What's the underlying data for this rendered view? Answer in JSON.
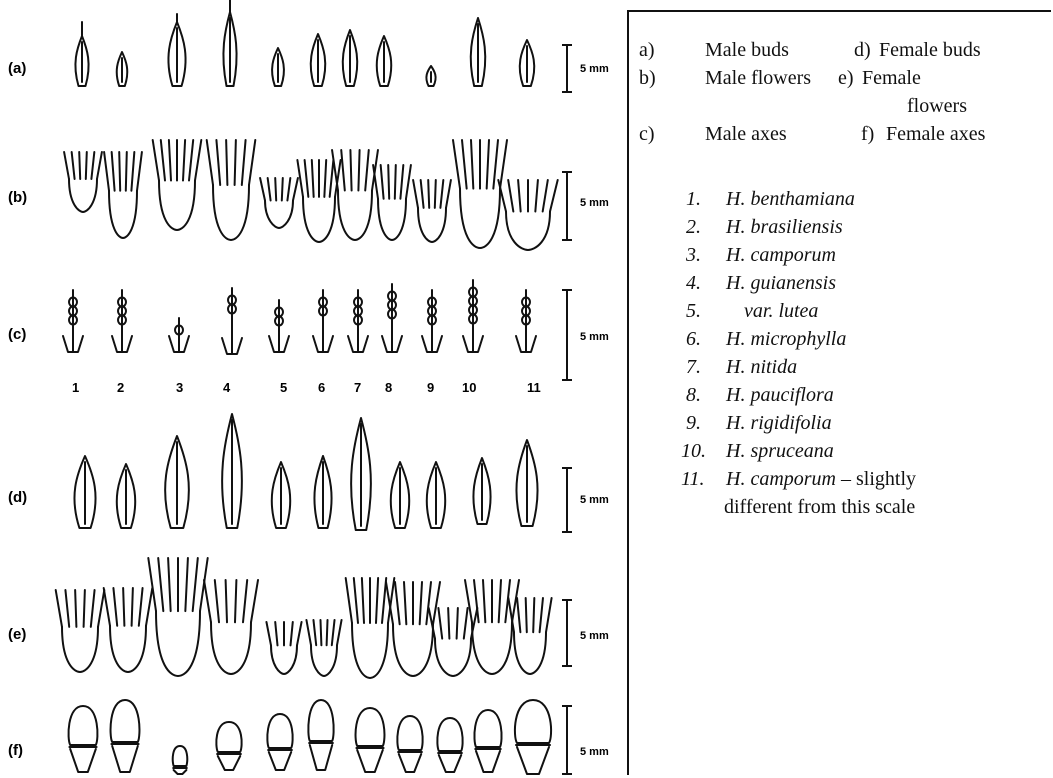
{
  "rows": [
    {
      "label": "(a)",
      "scale": "5 mm"
    },
    {
      "label": "(b)",
      "scale": "5 mm"
    },
    {
      "label": "(c)",
      "scale": "5 mm"
    },
    {
      "label": "(d)",
      "scale": "5 mm"
    },
    {
      "label": "(e)",
      "scale": "5 mm"
    },
    {
      "label": "(f)",
      "scale": "5 mm"
    }
  ],
  "column_numbers": [
    "1",
    "2",
    "3",
    "4",
    "5",
    "6",
    "7",
    "8",
    "9",
    "10",
    "11"
  ],
  "legend": {
    "categories": [
      {
        "key": "a)",
        "text": "Male buds"
      },
      {
        "key": "d)",
        "text": "Female buds"
      },
      {
        "key": "b)",
        "text": "Male flowers"
      },
      {
        "key": "e)",
        "text": "Female"
      },
      {
        "key": "",
        "text": "flowers"
      },
      {
        "key": "c)",
        "text": "Male axes"
      },
      {
        "key": "f)",
        "text": "Female axes"
      }
    ],
    "species": [
      {
        "num": "1.",
        "name": "H. benthamiana"
      },
      {
        "num": "2.",
        "name": "H. brasiliensis"
      },
      {
        "num": "3.",
        "name": "H. camporum"
      },
      {
        "num": "4.",
        "name": "H. guianensis"
      },
      {
        "num": "5.",
        "name": "var. lutea"
      },
      {
        "num": "6.",
        "name": "H. microphylla"
      },
      {
        "num": "7.",
        "name": "H. nitida"
      },
      {
        "num": "8.",
        "name": "H. pauciflora"
      },
      {
        "num": "9.",
        "name": "H. rigidifolia"
      },
      {
        "num": "10.",
        "name": "H. spruceana"
      },
      {
        "num": "11.",
        "name": "H. camporum",
        "note": " – slightly"
      }
    ],
    "note_line2": "different from this scale"
  }
}
